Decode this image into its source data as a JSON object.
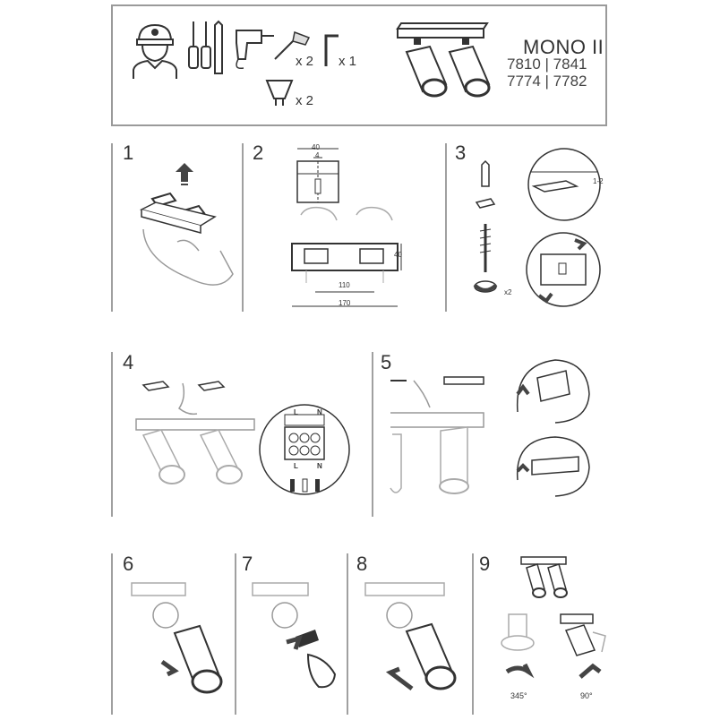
{
  "header": {
    "title": "MONO II",
    "codes": [
      "7810 | 7841",
      "7774 | 7782"
    ],
    "qty_screws": "x 2",
    "qty_hex_key": "x 1",
    "qty_bulbs": "x 2"
  },
  "steps": [
    "1",
    "2",
    "3",
    "4",
    "5",
    "6",
    "7",
    "8",
    "9"
  ],
  "step2": {
    "dim_top_width": "40",
    "dim_top_inner": "4",
    "dim_side": "40",
    "dim_inner": "110",
    "dim_total": "170"
  },
  "step3": {
    "dim_ceiling": "1-2",
    "qty_screws": "x2"
  },
  "step4": {
    "terminal_top": [
      "L",
      "N"
    ],
    "terminal_bottom": [
      "L",
      "N"
    ]
  },
  "step9": {
    "angle_rotate": "345°",
    "angle_tilt": "90°"
  },
  "colors": {
    "line": "#333333",
    "frame": "#9a9a9a",
    "arrow": "#444444"
  }
}
